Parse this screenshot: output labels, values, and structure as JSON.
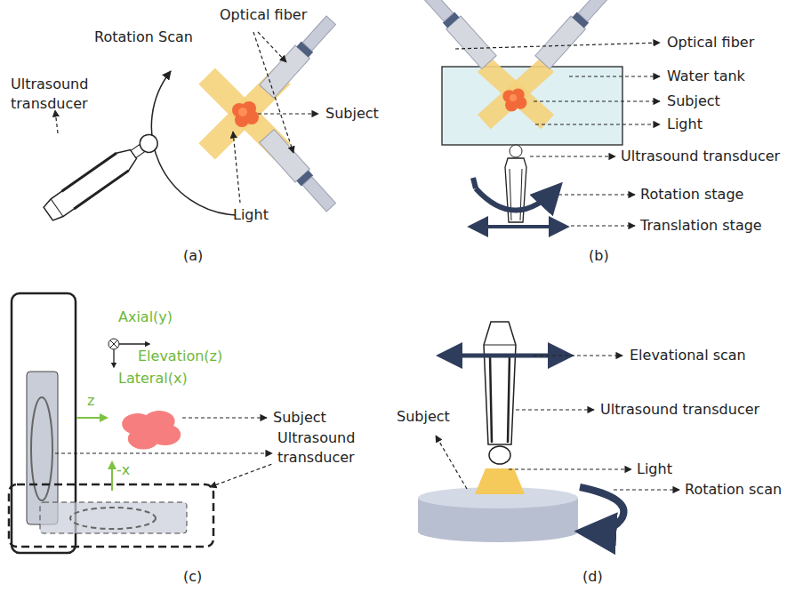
{
  "diagram": {
    "labels": [
      "Rotation Scan",
      "Optical fiber",
      "Ultrasound transducer",
      "Subject",
      "Light",
      "(a)",
      "Optical fiber",
      "Water tank",
      "Subject",
      "Light",
      "Ultrasound transducer",
      "Rotation stage",
      "Translation stage",
      "(b)",
      "Axial(y)",
      "Elevation(z)",
      "Lateral(x)",
      "z",
      "Subject",
      "-x",
      "Ultrasound transducer",
      "(c)",
      "Elevational scan",
      "Subject",
      "Ultrasound transducer",
      "Light",
      "Rotation scan",
      "(d)"
    ]
  }
}
